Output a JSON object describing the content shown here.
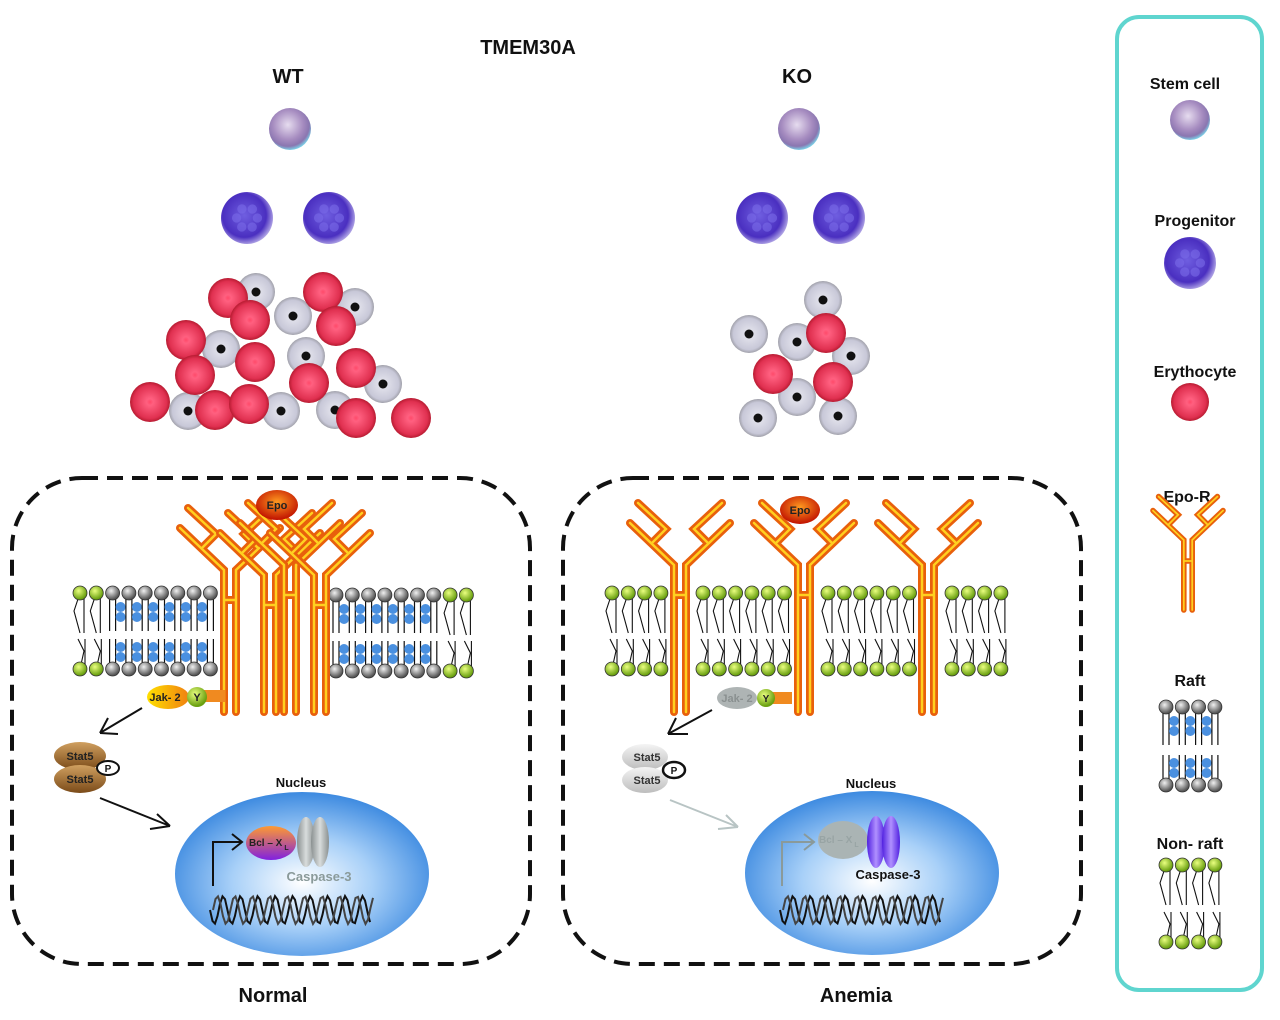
{
  "title": "TMEM30A",
  "wt_label": "WT",
  "ko_label": "KO",
  "normal_label": "Normal",
  "anemia_label": "Anemia",
  "pathway": {
    "epo": "Epo",
    "jak2": "Jak- 2",
    "y": "Y",
    "stat5_top": "Stat5",
    "stat5_bottom": "Stat5",
    "p": "P",
    "nucleus": "Nucleus",
    "bcl": "Bcl – X",
    "bcl_sub": "L",
    "caspase": "Caspase-3"
  },
  "legend": {
    "stem_cell": "Stem cell",
    "progenitor": "Progenitor",
    "erythrocyte": "Erythocyte",
    "epo_r": "Epo-R",
    "raft": "Raft",
    "non_raft": "Non- raft"
  },
  "colors": {
    "legend_border": "#5fd5cf",
    "erythrocyte": "#e8304a",
    "progenitor": "#5a3fc8",
    "receptor": "#f07a10",
    "nucleus": "#4f9ae8",
    "nonraft_head": "#9ad21a",
    "raft_head": "#555555",
    "cholesterol": "#4a90e0"
  }
}
